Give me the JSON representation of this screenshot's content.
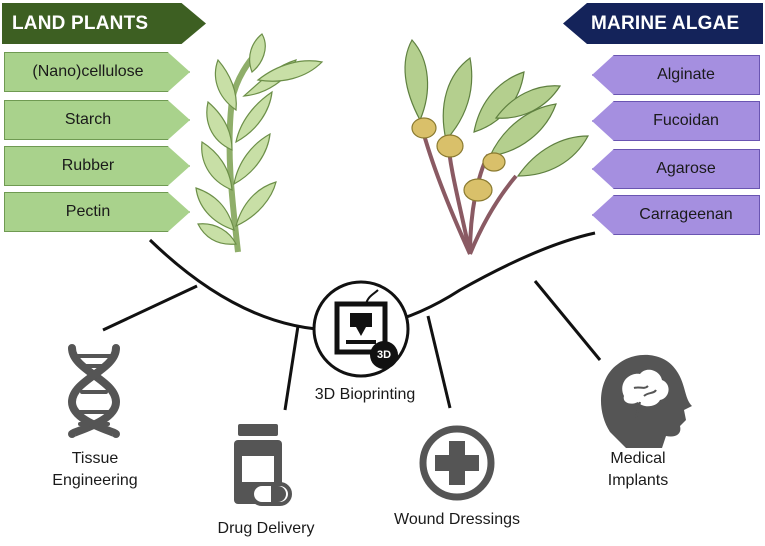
{
  "land": {
    "header": "LAND PLANTS",
    "items": [
      "(Nano)cellulose",
      "Starch",
      "Rubber",
      "Pectin"
    ]
  },
  "marine": {
    "header": "MARINE ALGAE",
    "items": [
      "Alginate",
      "Fucoidan",
      "Agarose",
      "Carrageenan"
    ]
  },
  "center": {
    "badge": "3D",
    "label": "3D Bioprinting"
  },
  "applications": {
    "tissue": [
      "Tissue",
      "Engineering"
    ],
    "drug": "Drug Delivery",
    "wound": "Wound Dressings",
    "implants": [
      "Medical",
      "Implants"
    ]
  },
  "icons": {
    "land_plant": "land-plant-illustration",
    "seaweed": "seaweed-illustration",
    "printer": "3d-printer-icon",
    "dna": "dna-icon",
    "pill": "pill-bottle-icon",
    "cross": "medical-cross-icon",
    "brain": "brain-head-icon"
  },
  "colors": {
    "land_header": "#3d5f22",
    "land_tag": "#a9d28c",
    "marine_header": "#14235a",
    "marine_tag": "#a58fe0",
    "icon_gray": "#555555"
  }
}
